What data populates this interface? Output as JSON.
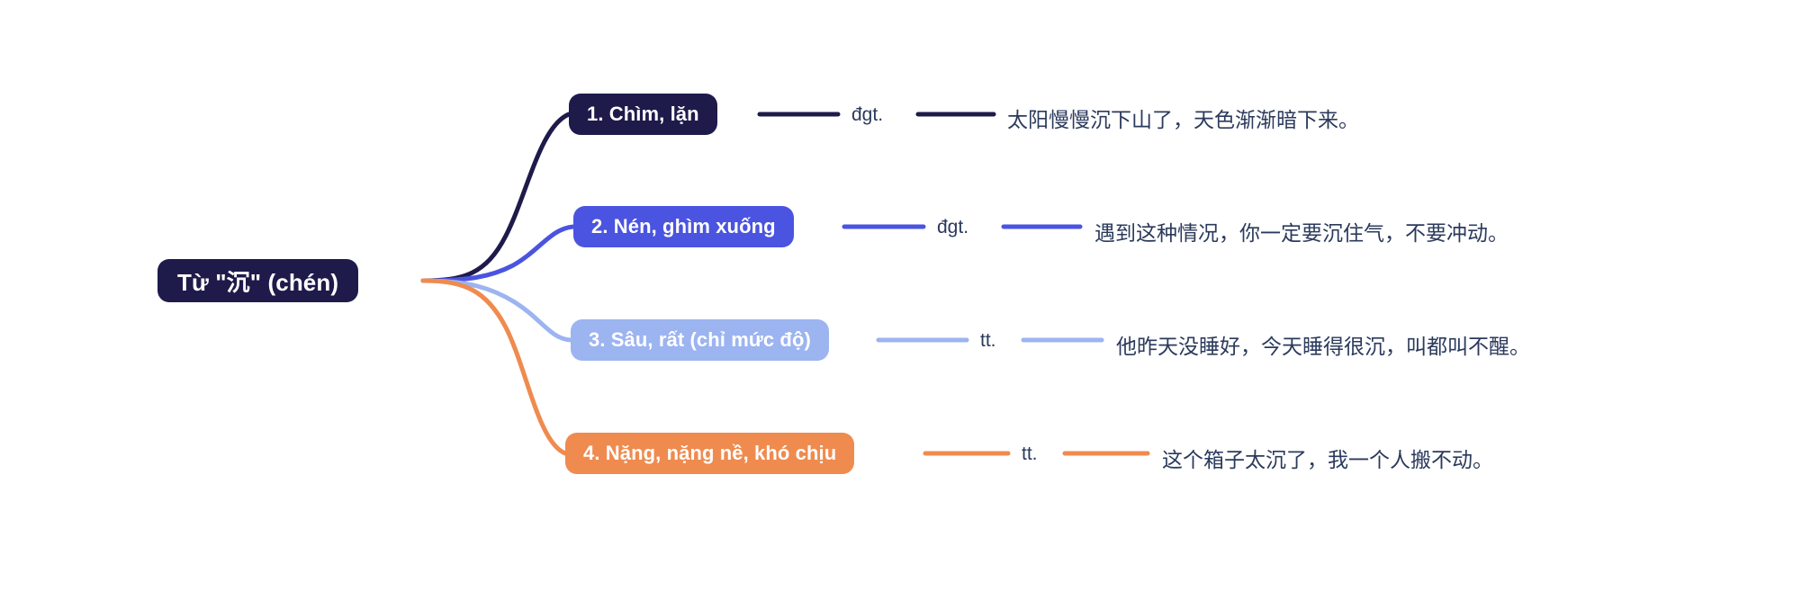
{
  "diagram": {
    "type": "mind-map",
    "orientation": "left-to-right",
    "root": {
      "label": "Từ \"沉\" (chén)",
      "color": "#1e1b4b",
      "text_color": "#ffffff"
    },
    "branches": [
      {
        "id": 1,
        "label": "1.  Chìm, lặn",
        "pos": "đgt.",
        "example": "太阳慢慢沉下山了，天色渐渐暗下来。",
        "color": "#1e1b4b",
        "text_color": "#ffffff"
      },
      {
        "id": 2,
        "label": "2. Nén, ghìm xuống",
        "pos": "đgt.",
        "example": "遇到这种情况，你一定要沉住气，不要冲动。",
        "color": "#4a54e0",
        "text_color": "#ffffff"
      },
      {
        "id": 3,
        "label": "3. Sâu, rất (chỉ mức độ)",
        "pos": "tt.",
        "example": "他昨天没睡好，今天睡得很沉，叫都叫不醒。",
        "color": "#9cb4f0",
        "text_color": "#ffffff"
      },
      {
        "id": 4,
        "label": "4. Nặng, nặng nề, khó chịu",
        "pos": "tt.",
        "example": "这个箱子太沉了，我一个人搬不动。",
        "color": "#ef8b4f",
        "text_color": "#ffffff"
      }
    ],
    "palette": {
      "background": "#ffffff",
      "text_dark": "#2b3a5c",
      "navy": "#1e1b4b",
      "blue": "#4a54e0",
      "light_blue": "#9cb4f0",
      "orange": "#ef8b4f"
    }
  }
}
